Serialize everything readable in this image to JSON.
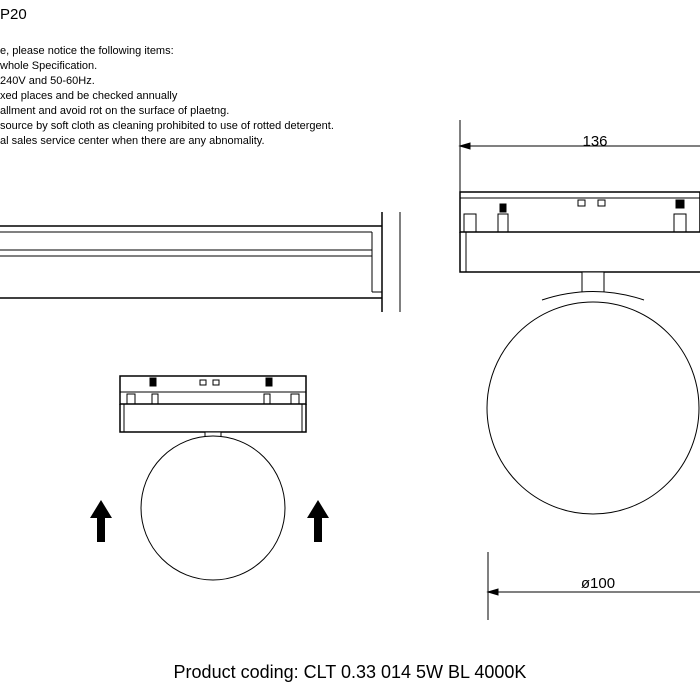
{
  "header": {
    "ip_rating": "P20"
  },
  "notes": [
    "e, please notice the following items:",
    "whole Specification.",
    "240V and 50-60Hz.",
    "xed places and be checked annually",
    "allment and avoid rot on the surface of plaetng.",
    "source by soft cloth as cleaning prohibited to use of rotted detergent.",
    "al sales service center when there are any abnomality."
  ],
  "dimensions": {
    "width_label": "136",
    "diameter_label": "ø100"
  },
  "footer": {
    "product_coding": "Product coding: CLT 0.33 014 5W BL 4000K"
  }
}
